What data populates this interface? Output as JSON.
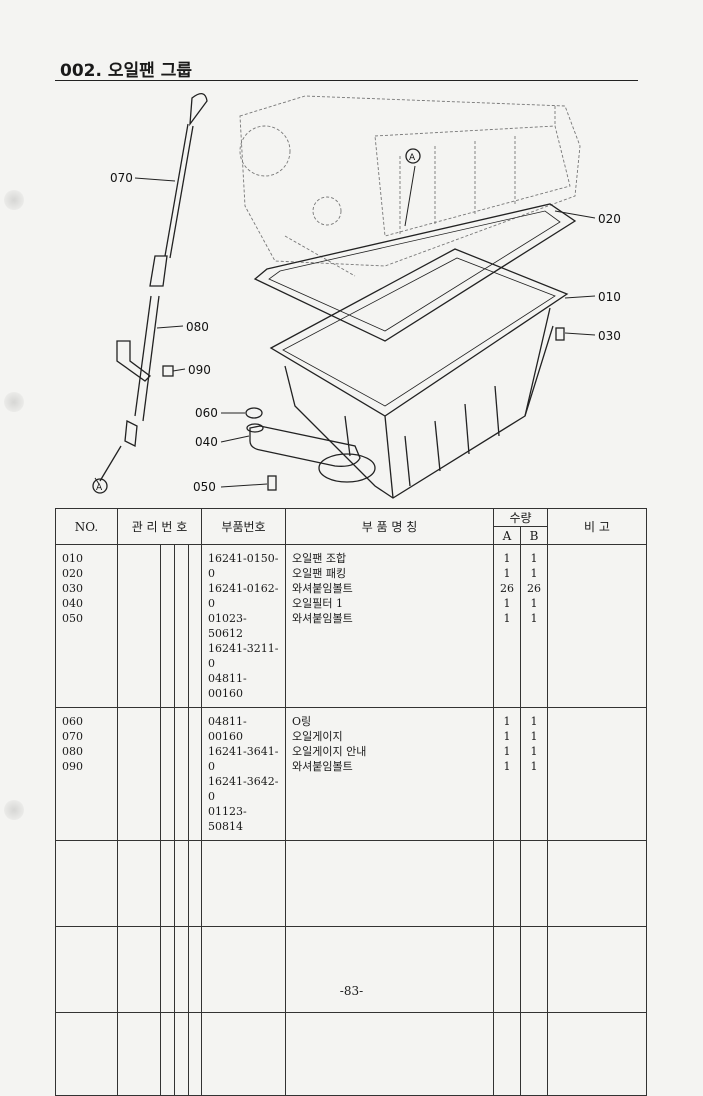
{
  "header": {
    "title": "002. 오일팬 그룹"
  },
  "diagram": {
    "callouts": {
      "c070": "070",
      "c020": "020",
      "c010": "010",
      "c080": "080",
      "c030": "030",
      "c090": "090",
      "c060": "060",
      "c040": "040",
      "c050": "050",
      "markA": "A"
    }
  },
  "table": {
    "headers": {
      "no": "NO.",
      "management_no": "관 리 번 호",
      "part_no": "부품번호",
      "part_name": "부 품 명 칭",
      "quantity": "수량",
      "qty_a": "A",
      "qty_b": "B",
      "remarks": "비 고"
    },
    "groups": [
      {
        "no": "010\n020\n030\n040\n050",
        "part_no": "16241-0150-0\n16241-0162-0\n01023-50612\n16241-3211-0\n04811-00160",
        "name": "오일팬 조합\n오일팬 패킹\n와셔붙임볼트\n오일필터 1\n와셔붙임볼트",
        "qty_a": "1\n1\n26\n1\n1",
        "qty_b": "1\n1\n26\n1\n1"
      },
      {
        "no": "060\n070\n080\n090",
        "part_no": "04811-00160\n16241-3641-0\n16241-3642-0\n01123-50814",
        "name": "O링\n오일게이지\n오일게이지 안내\n와셔붙임볼트",
        "qty_a": "1\n1\n1\n1",
        "qty_b": "1\n1\n1\n1"
      }
    ]
  },
  "footer": {
    "page_number": "-83-"
  }
}
